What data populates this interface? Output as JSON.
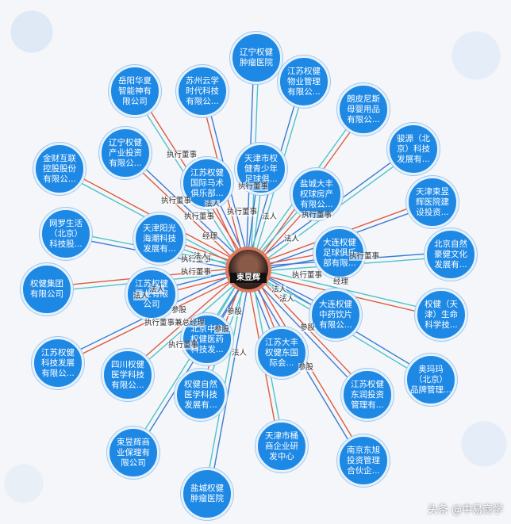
{
  "center": {
    "name": "束昱辉"
  },
  "nodes": [
    {
      "id": "n1",
      "name": "辽宁权健肿瘤医院"
    },
    {
      "id": "n2",
      "name": "岳阳华夏智能神有限公司"
    },
    {
      "id": "n3",
      "name": "苏州云学时代科技有限公..."
    },
    {
      "id": "n4",
      "name": "江苏权健物业管理有限公..."
    },
    {
      "id": "n5",
      "name": "朗皮尼斯母婴用品有限公..."
    },
    {
      "id": "n6",
      "name": "辽宁权健产业投资有限公..."
    },
    {
      "id": "n7",
      "name": "骏源（北京）科技发展有..."
    },
    {
      "id": "n8",
      "name": "金财互联控股股份有限公..."
    },
    {
      "id": "n9",
      "name": "江苏权健国际马术俱乐部..."
    },
    {
      "id": "n10",
      "name": "天津市权健青少年足球俱..."
    },
    {
      "id": "n11",
      "name": "盐城大丰权球房产有限公..."
    },
    {
      "id": "n12",
      "name": "天津束昱辉医院建设投资..."
    },
    {
      "id": "n13",
      "name": "网罗生活（北京）科技股..."
    },
    {
      "id": "n14",
      "name": "天津阳光海潮科技发展有..."
    },
    {
      "id": "n15",
      "name": "大连权健足球俱乐部有限..."
    },
    {
      "id": "n16",
      "name": "北京自然豪健文化发展有..."
    },
    {
      "id": "n17",
      "name": "权健集团有限公司"
    },
    {
      "id": "n18",
      "name": "江苏权健置业有限公司"
    },
    {
      "id": "n19",
      "name": "大连权健中药饮片有限公..."
    },
    {
      "id": "n20",
      "name": "权健（天津）生命科学技..."
    },
    {
      "id": "n21",
      "name": "江苏权健科技发展有限公..."
    },
    {
      "id": "n22",
      "name": "北京中方权健医药科技发..."
    },
    {
      "id": "n23",
      "name": "四川权健医学科技有限公..."
    },
    {
      "id": "n24",
      "name": "江苏大丰权健东国际会..."
    },
    {
      "id": "n25",
      "name": "奥玛玛（北京）品牌管理..."
    },
    {
      "id": "n26",
      "name": "权健自然医学科技发展有..."
    },
    {
      "id": "n27",
      "name": "江苏权健东润投资管理有..."
    },
    {
      "id": "n28",
      "name": "束昱辉商业保理有限公司"
    },
    {
      "id": "n29",
      "name": "天津市桶商企业研发中心"
    },
    {
      "id": "n30",
      "name": "南京东旭投资管理合伙企..."
    },
    {
      "id": "n31",
      "name": "盐城权健肿瘤医院"
    }
  ],
  "edge_labels": [
    {
      "id": "l1",
      "text": "执行董事"
    },
    {
      "id": "l2",
      "text": "执行董事"
    },
    {
      "id": "l3",
      "text": "法人"
    },
    {
      "id": "l4",
      "text": "执行董事"
    },
    {
      "id": "l5",
      "text": "经理"
    },
    {
      "id": "l6",
      "text": "执行董事"
    },
    {
      "id": "l7",
      "text": "法人"
    },
    {
      "id": "l8",
      "text": "执行董事"
    },
    {
      "id": "l9",
      "text": "法人"
    },
    {
      "id": "l10",
      "text": "法人"
    },
    {
      "id": "l11",
      "text": "参股"
    },
    {
      "id": "l12",
      "text": "执行董事"
    },
    {
      "id": "l13",
      "text": "法人"
    },
    {
      "id": "l14",
      "text": "执行董事"
    },
    {
      "id": "l15",
      "text": "经理"
    },
    {
      "id": "l16",
      "text": "执行董事"
    },
    {
      "id": "l17",
      "text": "法人"
    },
    {
      "id": "l18",
      "text": "法人"
    },
    {
      "id": "l19",
      "text": "参股"
    },
    {
      "id": "l20",
      "text": "执行董事"
    },
    {
      "id": "l21",
      "text": "法人"
    },
    {
      "id": "l22",
      "text": "参股"
    },
    {
      "id": "l23",
      "text": "执行董事"
    },
    {
      "id": "l24",
      "text": "执行董事"
    },
    {
      "id": "l25",
      "text": "法人"
    },
    {
      "id": "l26",
      "text": "参股"
    },
    {
      "id": "l27",
      "text": "参股"
    },
    {
      "id": "l28",
      "text": "执行董事兼总经理"
    }
  ],
  "watermark": "头条 @中易商学",
  "colors": {
    "node": "#1e88e5",
    "edge_blue": "#3a7bd5",
    "edge_teal": "#4fc3c7",
    "edge_red": "#e05a3f",
    "center_ring": "#e07a5f"
  }
}
